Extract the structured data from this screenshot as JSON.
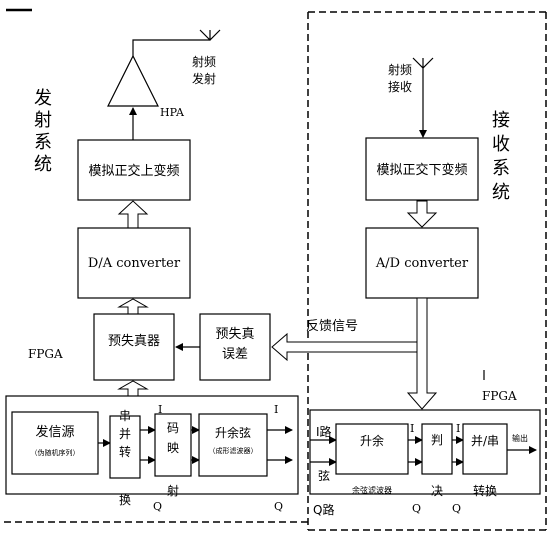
{
  "transmit_system": {
    "section_label_lines": [
      "发",
      "射",
      "系",
      "统"
    ],
    "antenna_label_lines": [
      "射频",
      "发射"
    ],
    "hpa_label": "HPA",
    "upconvert_label": "模拟正交上变频",
    "dac_label": "D/A converter",
    "predistorter_label": "预失真器",
    "error_label_lines": [
      "预失真",
      "误差"
    ],
    "fpga_label": "FPGA",
    "source_label": "发信源",
    "source_sublabel": "（伪随机序列）",
    "sp_label_lines": [
      "串",
      "并",
      "转"
    ],
    "sp_below_label": "换",
    "mapper_label_lines": [
      "码",
      "映"
    ],
    "mapper_below_label": "射",
    "filter_label": "升余弦",
    "filter_sublabel": "（成形滤波器）",
    "i_label": "I",
    "q_label": "Q"
  },
  "receive_system": {
    "section_label_lines": [
      "接",
      "收",
      "系",
      "统"
    ],
    "antenna_label_lines": [
      "射频",
      "接收"
    ],
    "downconvert_label": "模拟正交下变频",
    "adc_label": "A/D converter",
    "feedback_label": "反馈信号",
    "fpga_label": "FPGA",
    "i_path_label": "I路",
    "q_path_label": "Q路",
    "mixer_label": "弦",
    "filter_label": "升余",
    "filter_below_label": "余弦滤波器",
    "decision_label": "判",
    "decision_below_label": "决",
    "ps_label": "并/串",
    "ps_below_label": "转换",
    "output_label": "输出",
    "i_label": "I",
    "q_label": "Q"
  }
}
